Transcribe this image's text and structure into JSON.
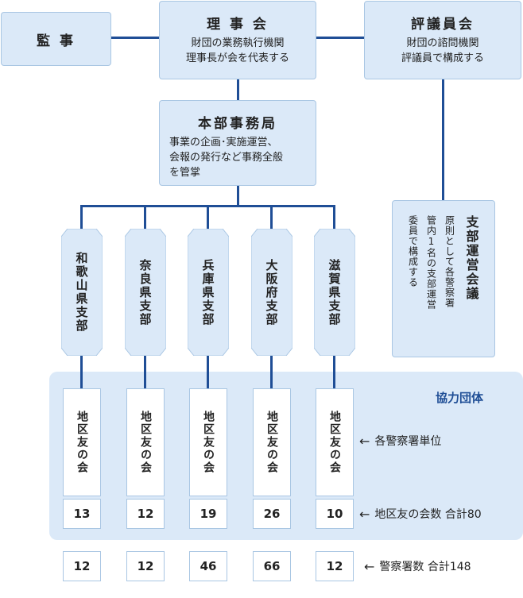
{
  "auditor": {
    "title": "監 事"
  },
  "board": {
    "title": "理 事 会",
    "desc_lines": [
      "財団の業務執行機関",
      "理事長が会を代表する"
    ]
  },
  "council": {
    "title": "評議員会",
    "desc_lines": [
      "財団の諮問機関",
      "評議員で構成する"
    ]
  },
  "secretariat": {
    "title": "本部事務局",
    "desc_lines": [
      "事業の企画･実施運営、",
      "会報の発行など事務全般",
      "を管掌"
    ]
  },
  "branch_council": {
    "title": "支部運営会議",
    "desc_lines": [
      "原則として各警察署",
      "管内1名の支部運営",
      "委員で構成する"
    ]
  },
  "branches": [
    {
      "name": "和歌山県支部"
    },
    {
      "name": "奈良県支部"
    },
    {
      "name": "兵庫県支部"
    },
    {
      "name": "大阪府支部"
    },
    {
      "name": "滋賀県支部"
    }
  ],
  "cooperating": {
    "label": "協力団体",
    "chapter_label": "地区友の会",
    "chapter_counts": [
      "13",
      "12",
      "19",
      "26",
      "10"
    ]
  },
  "station_counts": [
    "12",
    "12",
    "46",
    "66",
    "12"
  ],
  "notes": {
    "per_station": "各警察署単位",
    "chapter_total": "地区友の会数 合計80",
    "station_total": "警察署数 合計148",
    "arrow": "←"
  },
  "colors": {
    "box_fill": "#dbe9f8",
    "line": "#1f4e96"
  }
}
